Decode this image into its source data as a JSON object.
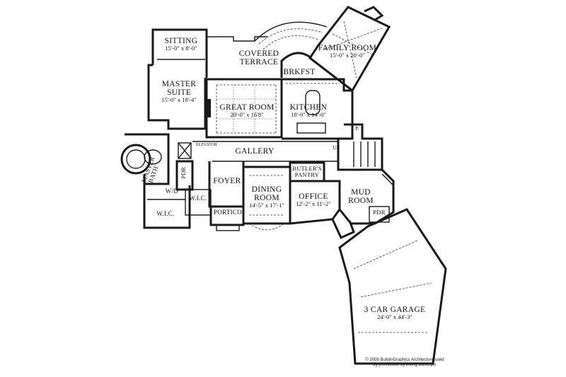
{
  "rooms": {
    "sitting": {
      "name": "SITTING",
      "dim": "15'-0\" x 8'-0\""
    },
    "covered_terrace": {
      "line1": "COVERED",
      "line2": "TERRACE"
    },
    "family_room": {
      "name": "FAMILY ROOM",
      "dim": "15'-0\" x 20'-0\""
    },
    "master_suite": {
      "line1": "MASTER",
      "line2": "SUITE",
      "dim": "15'-0\" x 18'-4\""
    },
    "brkfst": {
      "name": "BRKFST"
    },
    "great_room": {
      "name": "GREAT ROOM",
      "dim": "20'-0\" x 16'8\""
    },
    "kitchen": {
      "name": "KITCHEN",
      "dim": "18'-9\" x 14'-0\""
    },
    "gallery": {
      "name": "GALLERY"
    },
    "elevator": {
      "name": "ELEVATOR"
    },
    "master_bath": {
      "line1": "MASTER",
      "line2": "BATH"
    },
    "pdr_left": {
      "name": "PDR"
    },
    "foyer": {
      "name": "FOYER"
    },
    "dining_room": {
      "line1": "DINING",
      "line2": "ROOM",
      "dim": "14'-5\" x 17'-1\""
    },
    "butlers_pantry": {
      "line1": "BUTLER'S",
      "line2": "PANTRY"
    },
    "office": {
      "name": "OFFICE",
      "dim": "12'-2\" x 11'-2\""
    },
    "mud_room": {
      "line1": "MUD",
      "line2": "ROOM"
    },
    "wd": {
      "name": "W/D"
    },
    "wic_right": {
      "name": "W.I.C."
    },
    "wic_left": {
      "name": "W.I.C."
    },
    "portico": {
      "name": "PORTICO"
    },
    "pdr_right": {
      "name": "PDR"
    },
    "pantry_p": {
      "name": "P."
    },
    "up": {
      "name": "UP"
    },
    "garage": {
      "name": "3 CAR GARAGE",
      "dim": "24'-0\" x 44'-3\""
    }
  },
  "credit": {
    "line1": "© 2008 BuildinGraphics Architecture used",
    "line2": "by permission by Living Concepts"
  }
}
